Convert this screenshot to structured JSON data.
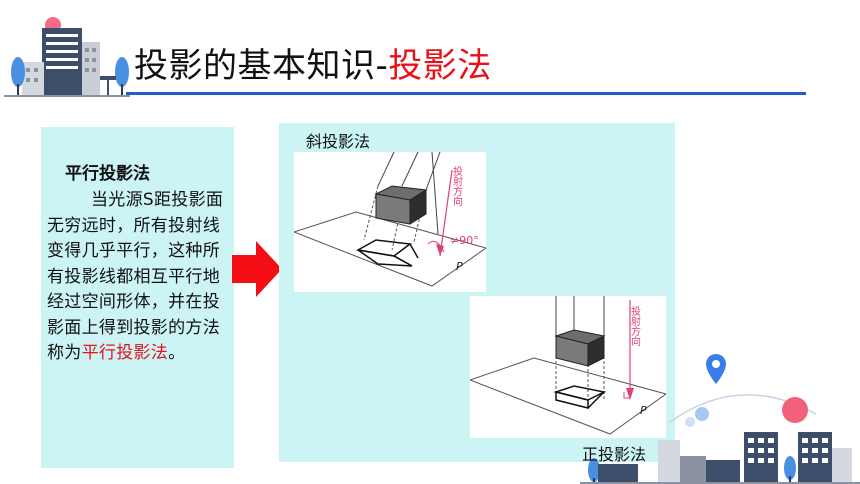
{
  "header": {
    "title_main": "投影的基本知识-",
    "title_highlight": "投影法"
  },
  "text_panel": {
    "heading": "平行投影法",
    "body": "当光源S距投影面无穷远时，所有投射线变得几乎平行，这种所有投影线都相互平行地经过空间形体，并在投影面上得到投影的方法称为",
    "body_highlight": "平行投影法",
    "body_end": "。"
  },
  "figures": {
    "oblique_label": "斜投影法",
    "ortho_label": "正投影法",
    "oblique": {
      "direction_label": "投射方向",
      "angle_label": "≠90°",
      "plane_label": "P"
    },
    "ortho": {
      "direction_label": "投射方向",
      "plane_label": "P"
    }
  },
  "colors": {
    "accent_red": "#e8101a",
    "rule_blue": "#1f5ec9",
    "panel_bg": "#ccf4f5",
    "direction_pink": "#e0407a"
  }
}
